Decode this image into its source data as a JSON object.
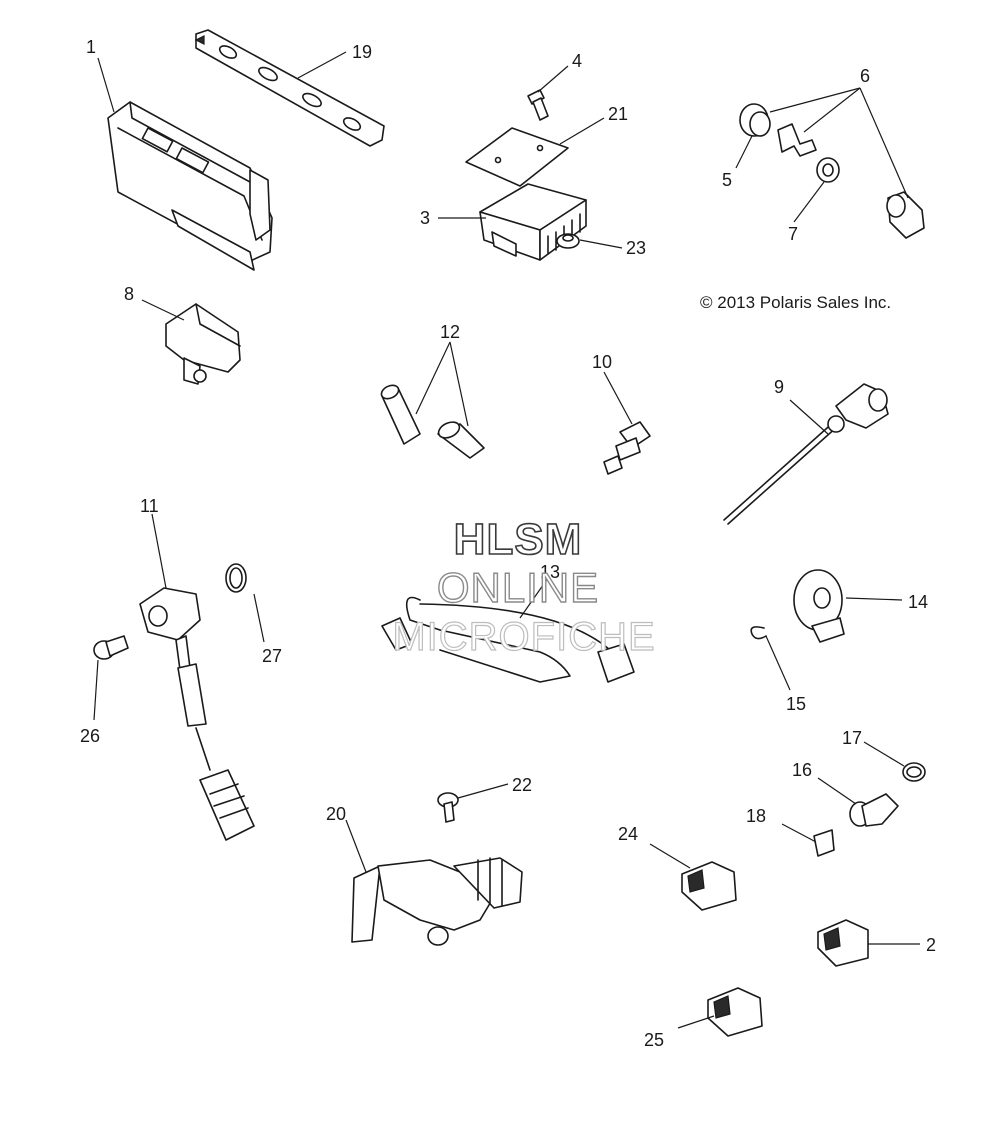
{
  "copyright": "© 2013 Polaris Sales Inc.",
  "watermark": {
    "line1": "HLSM",
    "line2": "ONLINE",
    "line3": "MICROFICHE"
  },
  "callouts": {
    "c1": "1",
    "c2": "2",
    "c3": "3",
    "c4": "4",
    "c5": "5",
    "c6": "6",
    "c7": "7",
    "c8": "8",
    "c9": "9",
    "c10": "10",
    "c11": "11",
    "c12": "12",
    "c13": "13",
    "c14": "14",
    "c15": "15",
    "c16": "16",
    "c17": "17",
    "c18": "18",
    "c19": "19",
    "c20": "20",
    "c21": "21",
    "c22": "22",
    "c23": "23",
    "c24": "24",
    "c25": "25",
    "c26": "26",
    "c27": "27"
  }
}
